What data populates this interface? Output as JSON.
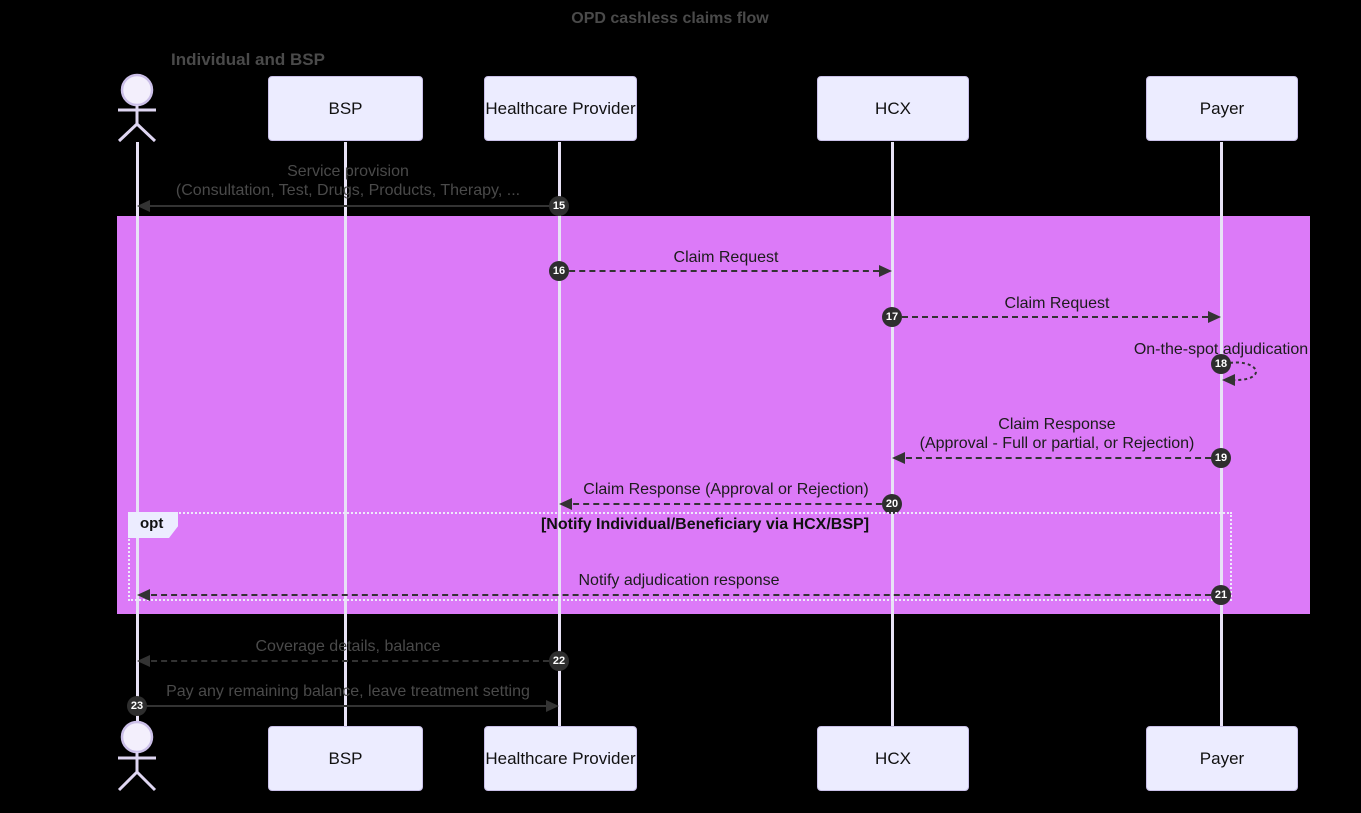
{
  "title": "OPD cashless claims flow",
  "colors": {
    "background": "#000000",
    "highlight_rect": "#DC7AF8",
    "participant_fill": "#ECECFF",
    "participant_border": "#C9C0E8",
    "lifeline": "#E8E2F6",
    "arrow": "#333333",
    "badge_fill": "#2E2E2E",
    "badge_text": "#FFFFFF",
    "muted_text": "#4A4A4A",
    "dark_text": "#1C1C1C"
  },
  "actor": {
    "label": "Individual and BSP"
  },
  "participants": [
    {
      "label": "BSP"
    },
    {
      "label": "Healthcare Provider"
    },
    {
      "label": "HCX"
    },
    {
      "label": "Payer"
    }
  ],
  "messages": [
    {
      "num": "15",
      "line1": "Service provision",
      "line2": "(Consultation, Test, Drugs, Products, Therapy, ..."
    },
    {
      "num": "16",
      "line1": "Claim Request"
    },
    {
      "num": "17",
      "line1": "Claim Request"
    },
    {
      "num": "18",
      "line1": "On-the-spot adjudication"
    },
    {
      "num": "19",
      "line1": "Claim Response",
      "line2": "(Approval - Full or partial, or Rejection)"
    },
    {
      "num": "20",
      "line1": "Claim Response (Approval or Rejection)"
    },
    {
      "num": "21",
      "line1": "Notify adjudication response"
    },
    {
      "num": "22",
      "line1": "Coverage details, balance"
    },
    {
      "num": "23",
      "line1": "Pay any remaining balance, leave treatment setting"
    }
  ],
  "opt": {
    "label": "opt",
    "guard": "[Notify Individual/Beneficiary via HCX/BSP]"
  }
}
